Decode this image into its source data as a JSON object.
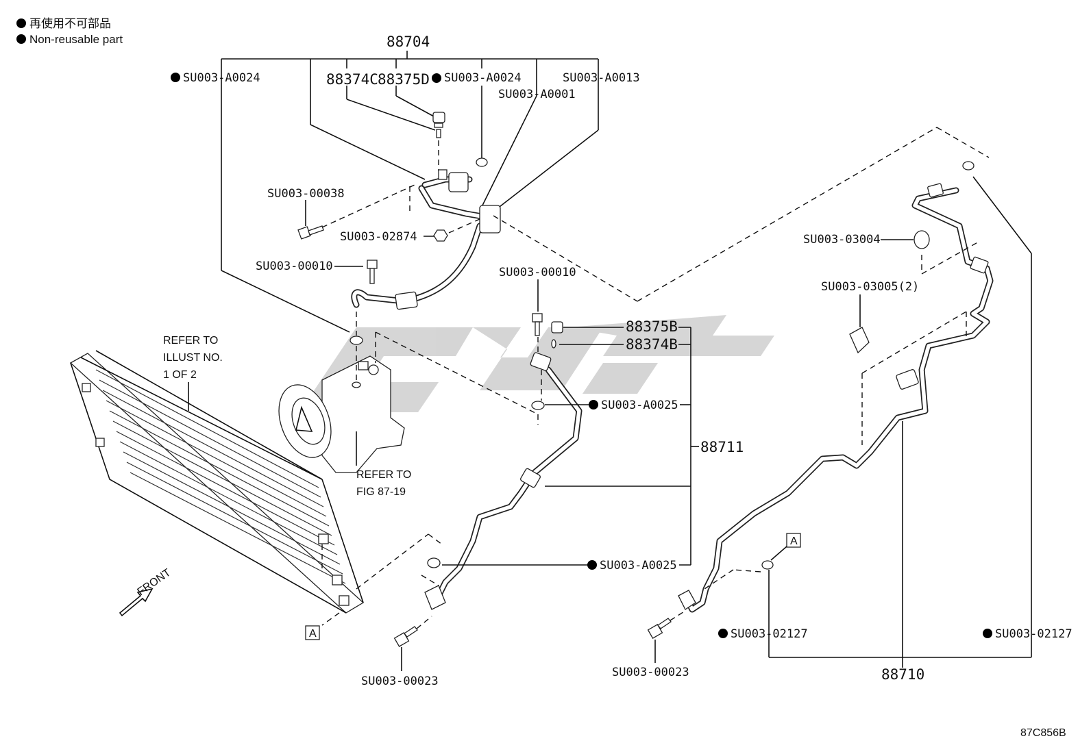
{
  "legend": {
    "line1": "再使用不可部品",
    "line2": "Non-reusable part"
  },
  "labels": {
    "p88704": "88704",
    "p88374C": "88374C",
    "p88375D": "88375D",
    "su_a0024_left": "SU003-A0024",
    "su_a0024_mid": "SU003-A0024",
    "su_a0013": "SU003-A0013",
    "su_a0001": "SU003-A0001",
    "su_00038": "SU003-00038",
    "su_02874": "SU003-02874",
    "su_00010_left": "SU003-00010",
    "su_00010_right": "SU003-00010",
    "p88375B": "88375B",
    "p88374B": "88374B",
    "su_a0025_top": "SU003-A0025",
    "p88711": "88711",
    "su_a0025_bot": "SU003-A0025",
    "su_00023_left": "SU003-00023",
    "su_00023_right": "SU003-00023",
    "su_03004": "SU003-03004",
    "su_03005": "SU003-03005(2)",
    "su_02127_left": "SU003-02127",
    "su_02127_right": "SU003-02127",
    "p88710": "88710",
    "refer_illust_1": "REFER TO",
    "refer_illust_2": "ILLUST NO.",
    "refer_illust_3": "1 OF 2",
    "refer_fig_1": "REFER TO",
    "refer_fig_2": "FIG 87-19",
    "front": "FRONT",
    "ref_a": "A",
    "figure_code": "87C856B"
  },
  "colors": {
    "line": "#111111",
    "watermark": "#c8c8c8"
  }
}
